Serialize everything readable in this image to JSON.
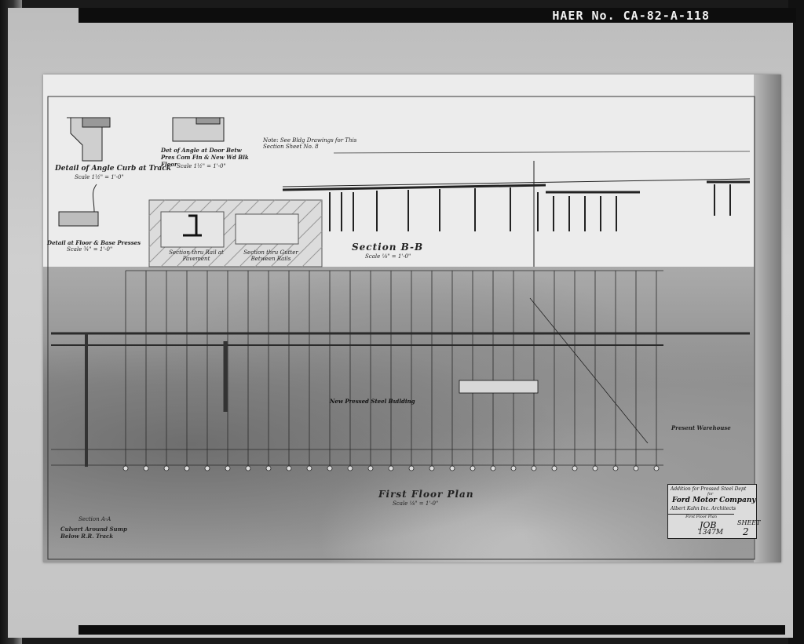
{
  "archive_label": "HAER No. CA-82-A-118",
  "details": {
    "angle_curb": {
      "title": "Detail of Angle Curb at Track",
      "scale": "Scale 1½\" = 1'-0\""
    },
    "floor_base": {
      "title": "Detail at Floor & Base Presses",
      "scale": "Scale ¾\" = 1'-0\""
    },
    "angle_door": {
      "title": "Det of Angle at Door Betw Pres Com Fin & New Wd Blk Floor",
      "scale": "Scale 1½\" = 1'-0\""
    },
    "section_rail": {
      "title": "Section thru Rail at Pavement"
    },
    "section_gutter": {
      "title": "Section thru Gutter Between Rails"
    },
    "note": "Note: See Bldg Drawings for This Section Sheet No. 8",
    "culvert_section": "Section A-A",
    "culvert": "Culvert Around Sump Below R.R. Track"
  },
  "section_bb": {
    "title": "Section B-B",
    "scale": "Scale ⅛\" = 1'-0\""
  },
  "plan": {
    "building": "New Pressed Steel Building",
    "title": "First Floor Plan",
    "scale": "Scale ⅛\" = 1'-0\"",
    "warehouse": "Present Warehouse"
  },
  "title_block": {
    "line1": "Addition for Pressed Steel Dept",
    "for": "for",
    "client": "Ford Motor Company",
    "architect": "Albert Kahn Inc. Architects",
    "drawing": "First Floor Plan",
    "job_label": "JOB",
    "job_number": "1347M",
    "sheet_label": "SHEET",
    "sheet_number": "2"
  }
}
